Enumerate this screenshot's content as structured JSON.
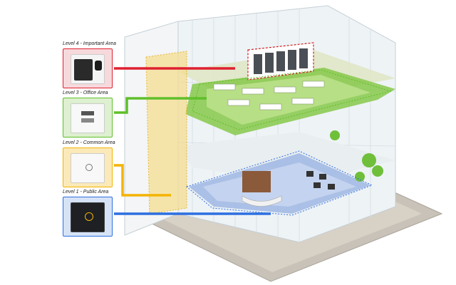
{
  "levels": [
    {
      "label": "Level 4 - Important Area",
      "color": "#e02030",
      "device": "keypad-fingerprint-reader-icon"
    },
    {
      "label": "Level 3 - Office Area",
      "color": "#5fbf2a",
      "device": "card-reader-with-keys-icon"
    },
    {
      "label": "Level 2 - Common Area",
      "color": "#f4b400",
      "device": "card-reader-icon"
    },
    {
      "label": "Level 1 - Public Area",
      "color": "#2d6fe0",
      "device": "dark-card-reader-icon"
    }
  ]
}
